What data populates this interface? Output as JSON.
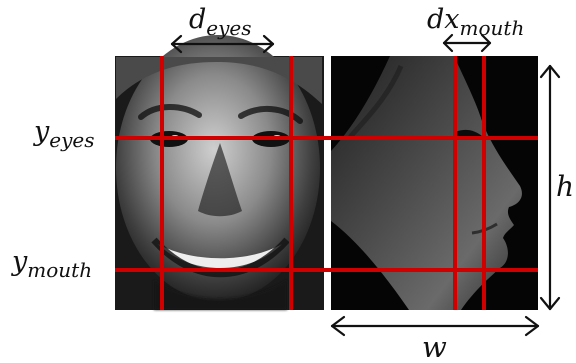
{
  "labels": {
    "d_eyes": {
      "base": "d",
      "sub": "eyes"
    },
    "dx_mouth": {
      "base": "dx",
      "sub": "mouth"
    },
    "y_eyes": {
      "base": "y",
      "sub": "eyes"
    },
    "y_mouth": {
      "base": "y",
      "sub": "mouth"
    },
    "h": "h",
    "w": "w"
  },
  "colors": {
    "guide_line": "#d10000",
    "arrow": "#111111",
    "label": "#111111",
    "photo_background": "#050505"
  },
  "panels": {
    "frontal": "frontal grayscale face photograph",
    "profile": "profile grayscale face photograph"
  }
}
